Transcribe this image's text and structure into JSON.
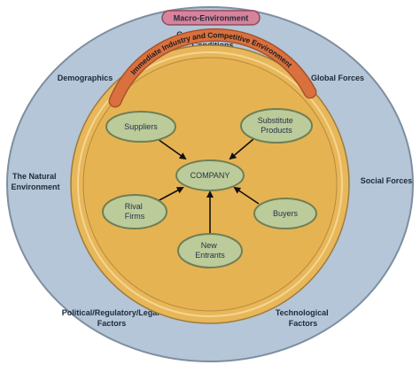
{
  "macro": {
    "title": "Macro-Environment",
    "forces": {
      "economic": [
        "General Economic",
        "Conditions"
      ],
      "demographics": [
        "Demographics"
      ],
      "global": [
        "Global Forces"
      ],
      "natural": [
        "The Natural",
        "Environment"
      ],
      "social": [
        "Social Forces"
      ],
      "political": [
        "Political/Regulatory/Legal",
        "Factors"
      ],
      "technological": [
        "Technological",
        "Factors"
      ]
    }
  },
  "industry": {
    "title": "Immediate Industry and Competitive Environment",
    "company": "COMPANY",
    "nodes": {
      "suppliers": [
        "Suppliers"
      ],
      "substitutes": [
        "Substitute",
        "Products"
      ],
      "rivals": [
        "Rival",
        "Firms"
      ],
      "buyers": [
        "Buyers"
      ],
      "entrants": [
        "New",
        "Entrants"
      ]
    }
  },
  "colors": {
    "outer_fill": "#b4c6d7",
    "outer_stroke": "#7d8ea0",
    "inner_fill": "#e8b75a",
    "inner_ring": "#f4d691",
    "inner_stroke": "#9c7b3c",
    "node_fill": "#bccb9a",
    "node_stroke": "#6f7f55",
    "banner_fill": "#d7839c",
    "banner_stroke": "#8f4a5f",
    "arc_banner_fill": "#d9703e"
  }
}
